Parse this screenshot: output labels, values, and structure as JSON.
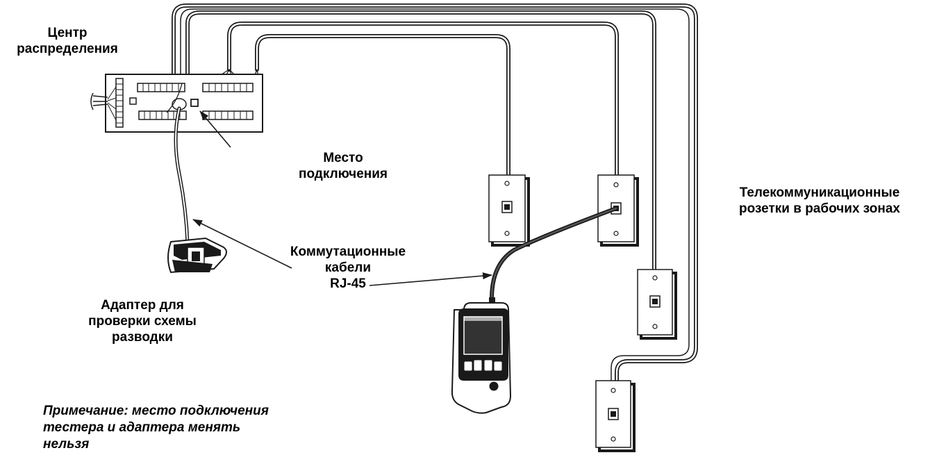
{
  "labels": {
    "distribution_center": [
      "Центр",
      "распределения"
    ],
    "connection_point": [
      "Место",
      "подключения"
    ],
    "telecom_outlets": [
      "Телекоммуникационные",
      "розетки в рабочих зонах"
    ],
    "patch_cables": [
      "Коммутационные",
      "кабели",
      "RJ-45"
    ],
    "wiremap_adapter": [
      "Адаптер для",
      "проверки схемы",
      "разводки"
    ]
  },
  "note": [
    "Примечание: место подключения",
    "тестера и адаптера менять",
    "нельзя"
  ],
  "colors": {
    "ink": "#000000",
    "line": "#1a1a1a",
    "paper": "#ffffff",
    "screen": "#333333"
  }
}
